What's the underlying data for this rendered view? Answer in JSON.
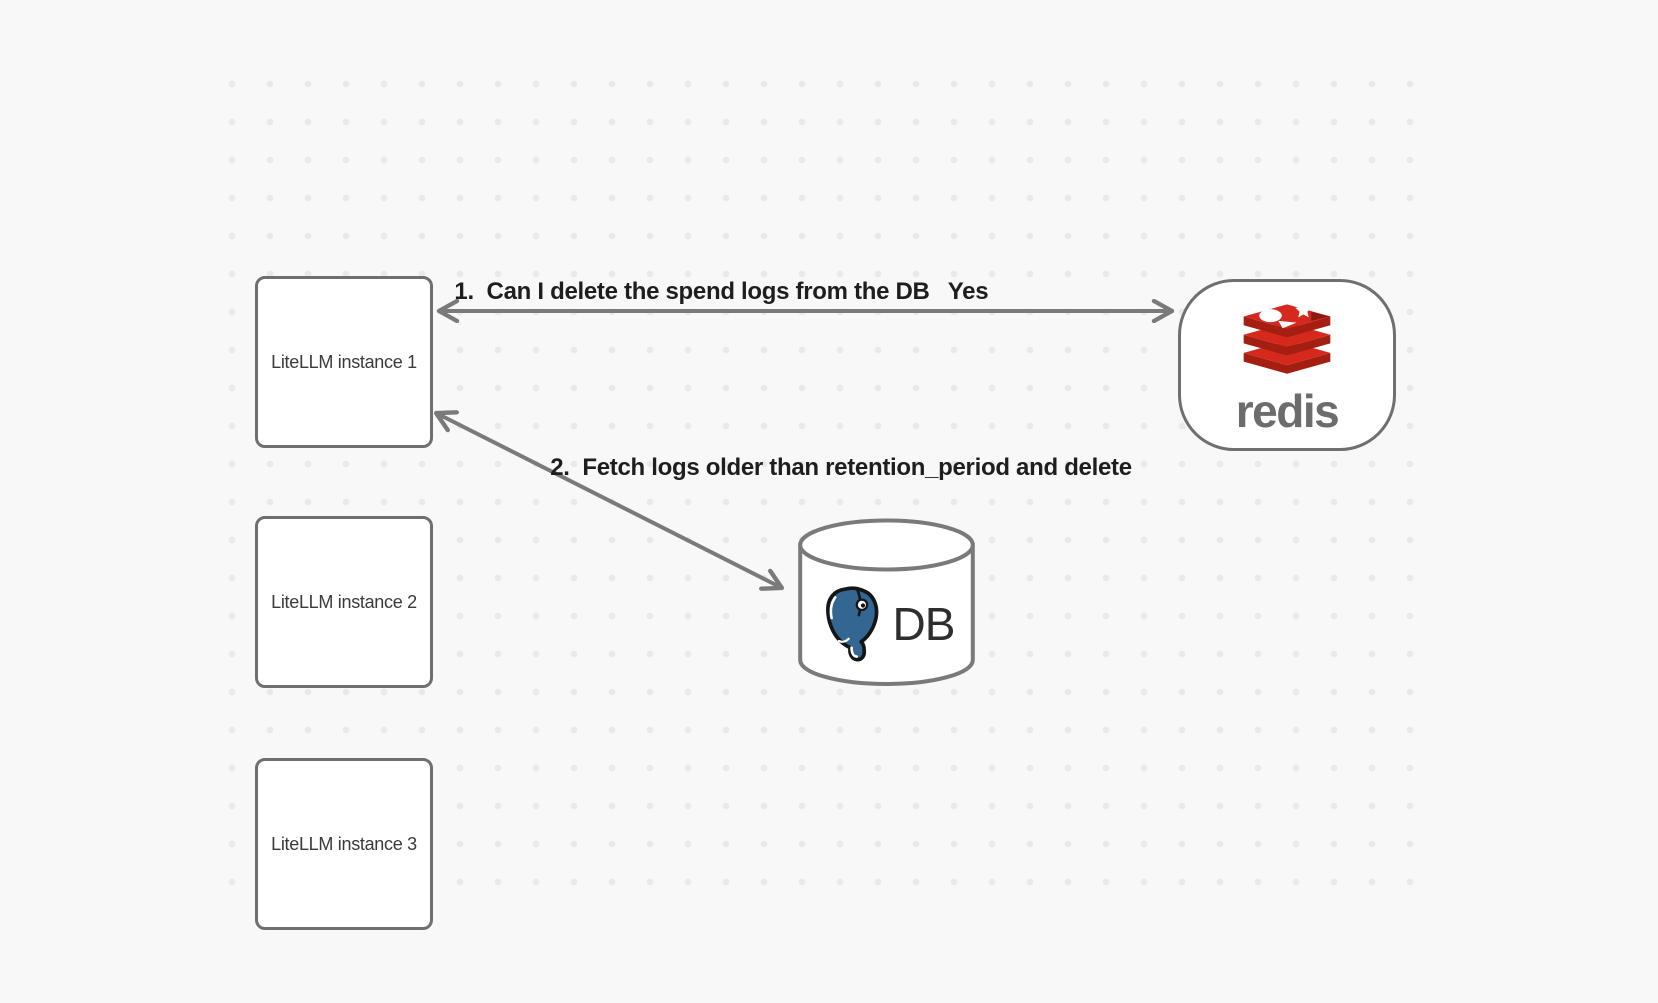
{
  "canvas": {
    "background": "#f8f8f8",
    "dot_color": "#e9e9e9"
  },
  "nodes": {
    "instances": [
      {
        "label": "LiteLLM instance 1"
      },
      {
        "label": "LiteLLM instance 2"
      },
      {
        "label": "LiteLLM instance 3"
      }
    ],
    "redis": {
      "label": "redis",
      "icon": "redis-logo-icon"
    },
    "db": {
      "label": "DB",
      "icon": "postgresql-logo-icon"
    }
  },
  "edges": [
    {
      "label": "1.  Can I delete the spend logs from the DB",
      "answer": "Yes",
      "from": "LiteLLM instance 1",
      "to": "redis",
      "direction": "both"
    },
    {
      "label": "2.  Fetch logs older than retention_period and delete",
      "from": "LiteLLM instance 1",
      "to": "DB",
      "direction": "both"
    }
  ],
  "colors": {
    "bg": "#f8f8f8",
    "dot": "#e9e9e9",
    "node-border": "#6f6f6f",
    "node-fill": "#ffffff",
    "arrow": "#7a7a7a",
    "label-text": "#1e1e1e",
    "node-text": "#3a3a3a",
    "redis-red": "#d5291d",
    "redis-dark-red": "#a41e11",
    "redis-wordmark": "#6c6c6c",
    "postgres-blue": "#336791",
    "db-text": "#2e2e2e"
  }
}
